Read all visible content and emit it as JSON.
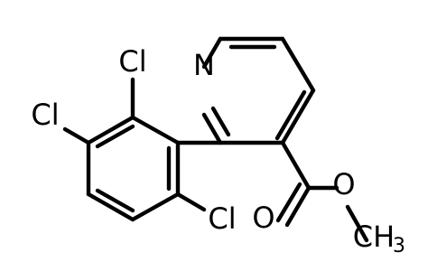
{
  "molecule": {
    "atom_labels": {
      "n": "N",
      "cl_2": "Cl",
      "cl_3": "Cl",
      "cl_6": "Cl",
      "o_carbonyl": "O",
      "o_ester": "O",
      "methyl_c": "CH",
      "methyl_sub": "3"
    }
  }
}
